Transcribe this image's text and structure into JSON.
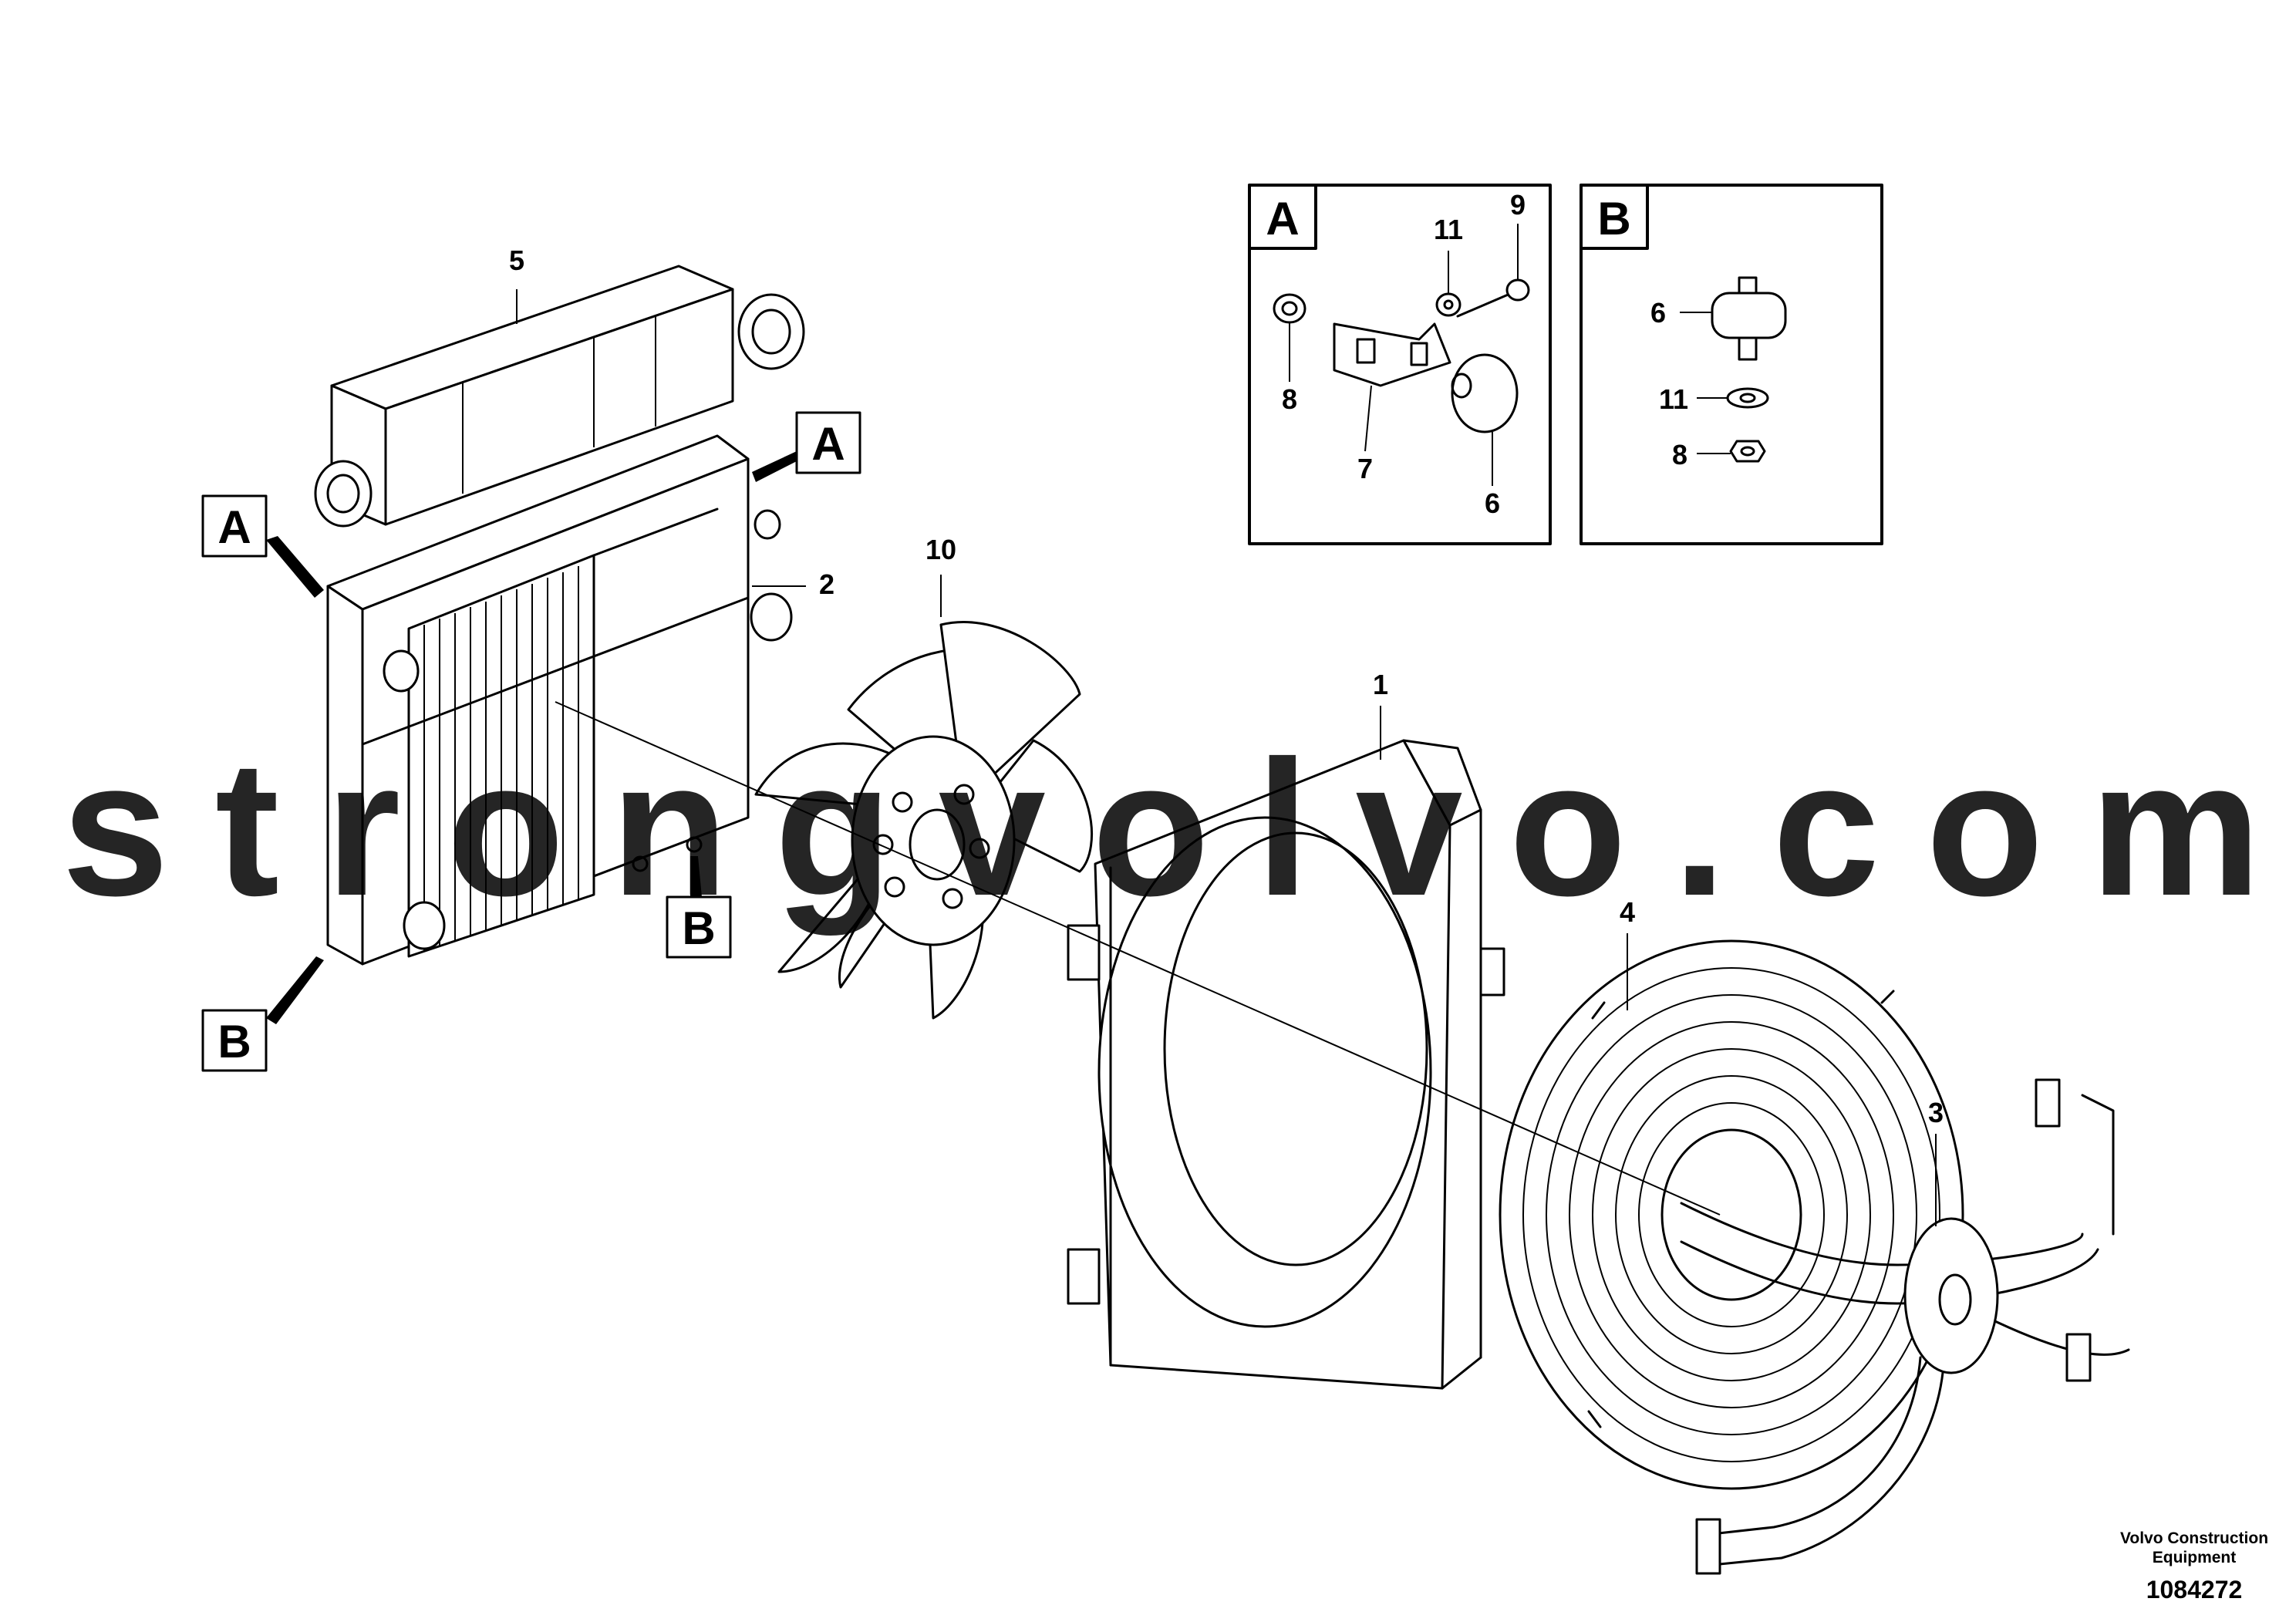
{
  "callouts": {
    "n1": "1",
    "n2": "2",
    "n3": "3",
    "n4": "4",
    "n5": "5",
    "n10": "10",
    "a_n6": "6",
    "a_n7": "7",
    "a_n8": "8",
    "a_n9": "9",
    "a_n11": "11",
    "b_n6": "6",
    "b_n8": "8",
    "b_n11": "11"
  },
  "markers": {
    "a": "A",
    "b": "B"
  },
  "detail_panels": {
    "a_title": "A",
    "b_title": "B"
  },
  "footer": {
    "company_line1": "Volvo Construction",
    "company_line2": "Equipment",
    "drawing_id": "1084272"
  },
  "watermark": "strongvolvo.com"
}
